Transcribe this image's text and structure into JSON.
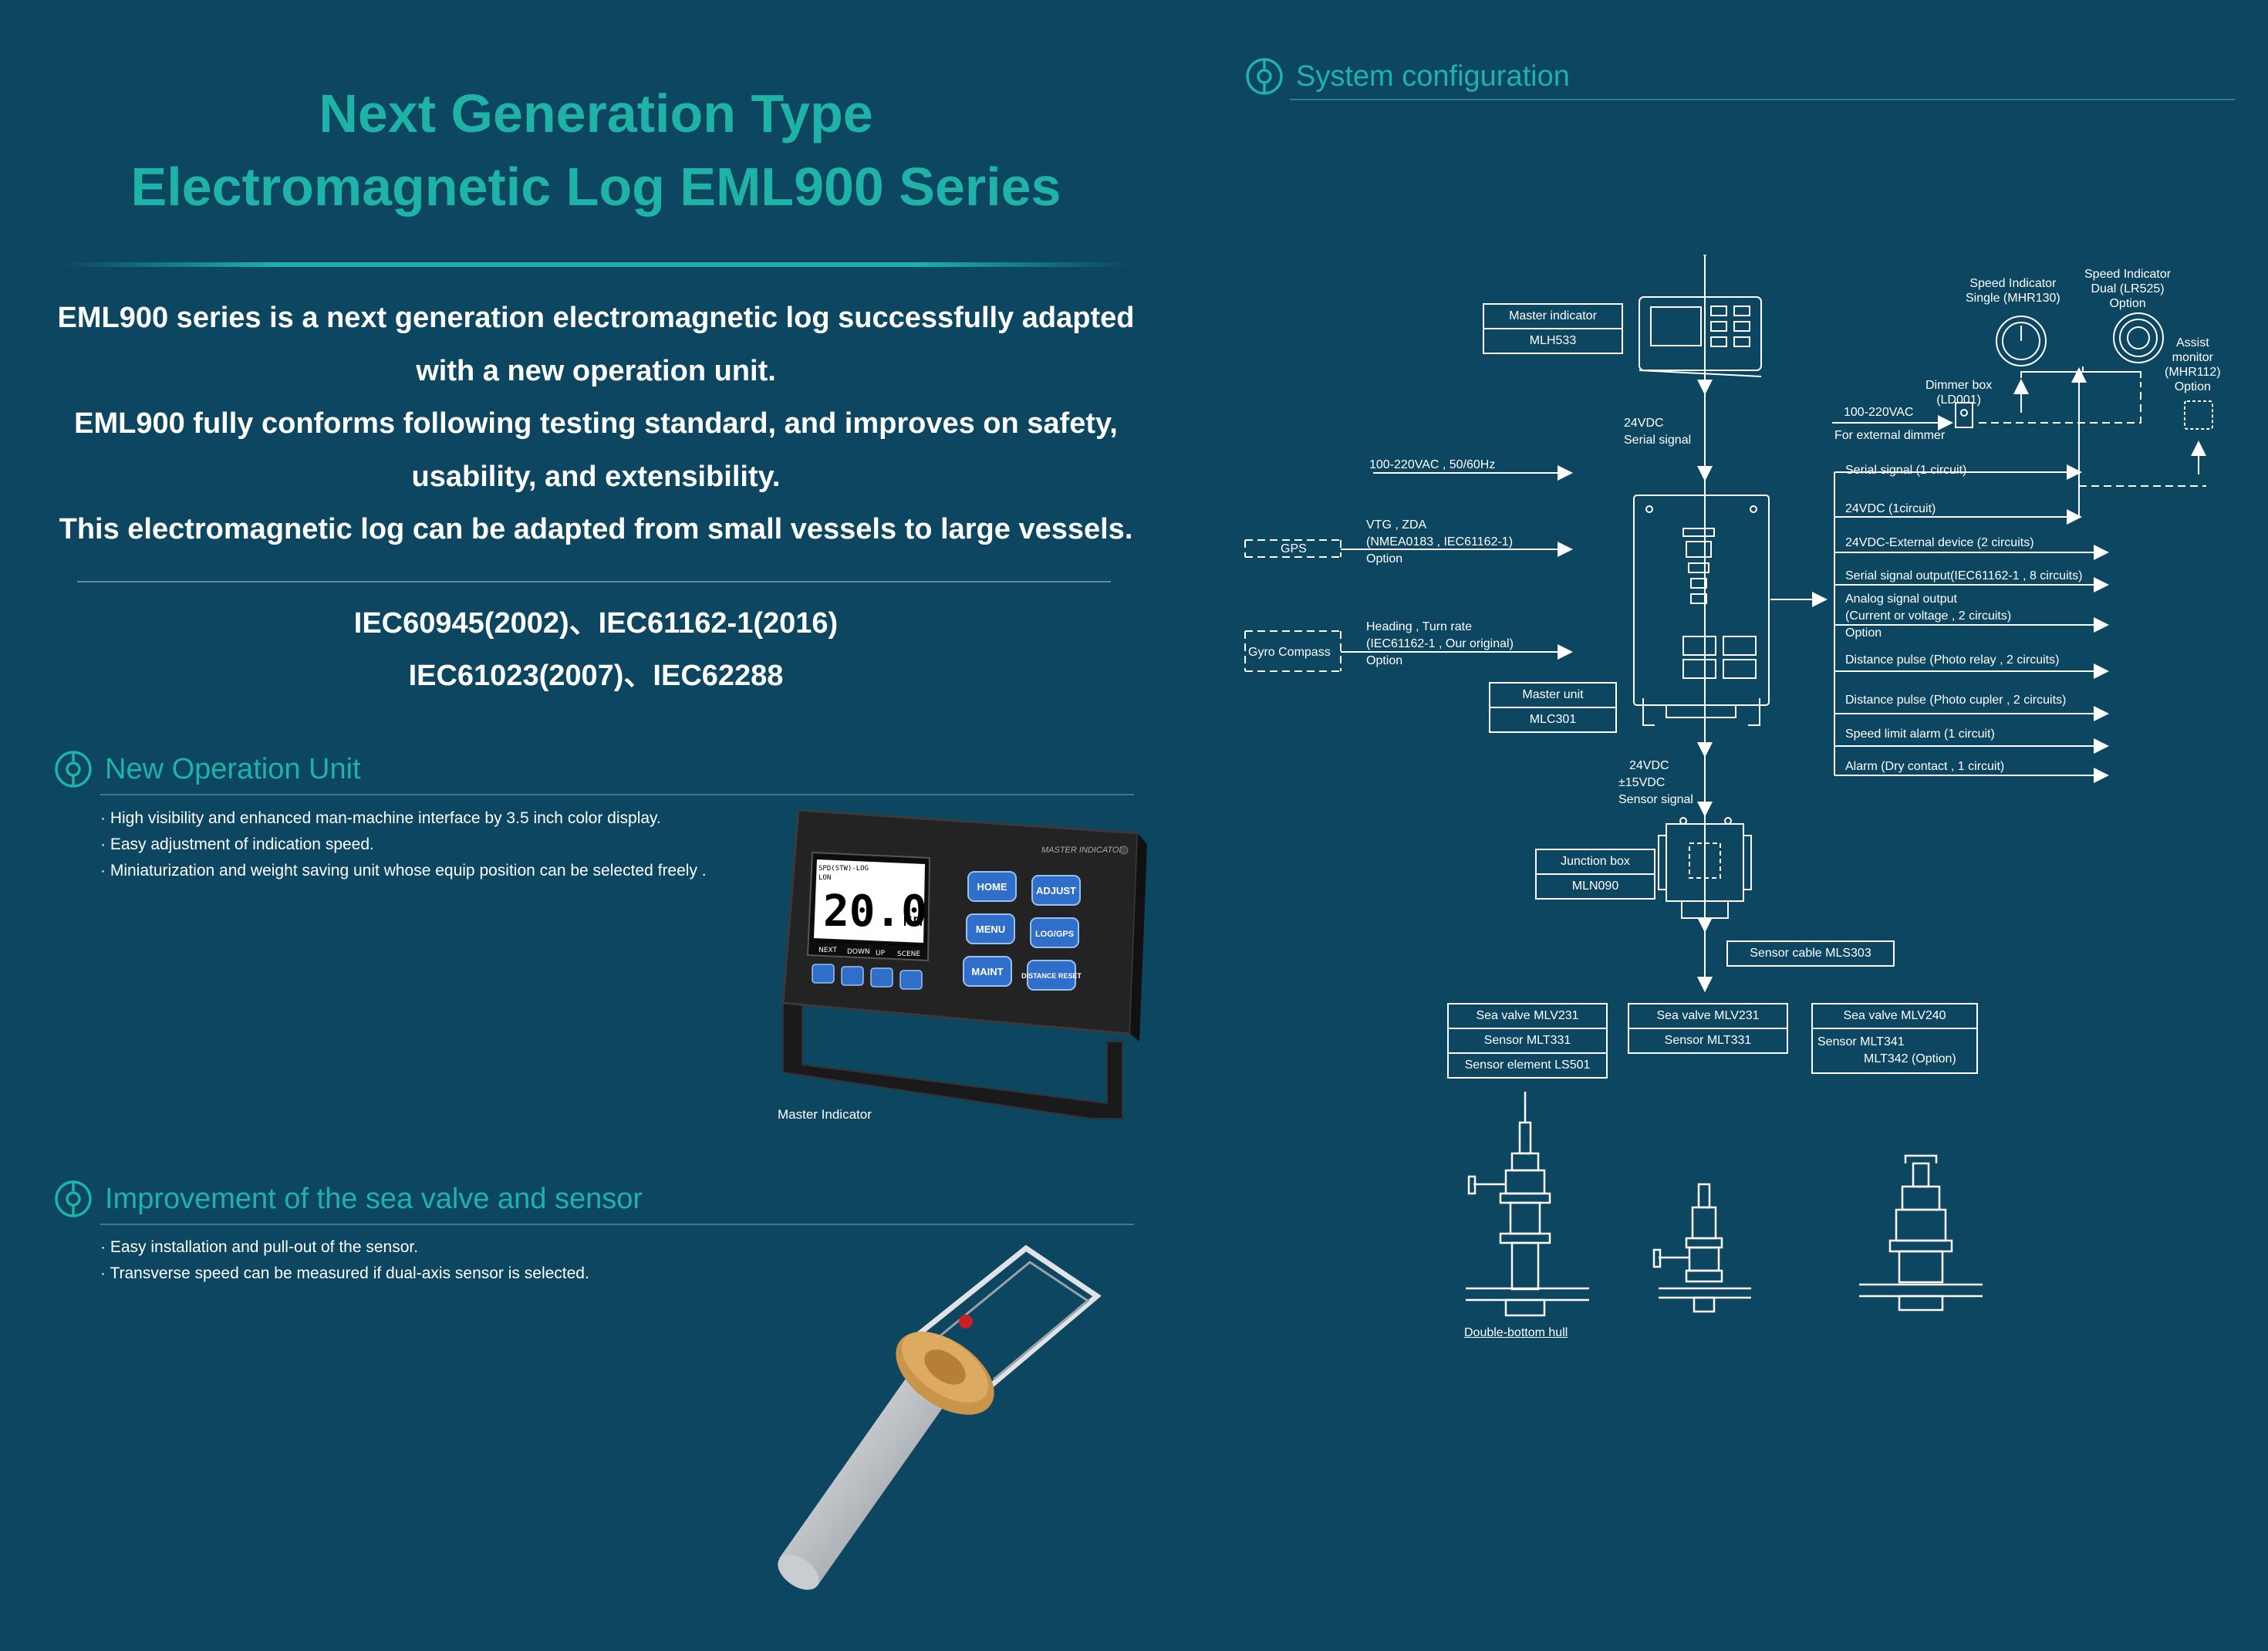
{
  "heading": {
    "line1": "Next Generation Type",
    "line2": "Electromagnetic Log EML900 Series"
  },
  "intro": {
    "line1": "EML900 series is a next generation electromagnetic log successfully adapted",
    "line2": "with a new operation unit.",
    "line3": "EML900 fully conforms following testing standard, and improves on safety,",
    "line4": "usability, and extensibility.",
    "line5": "This electromagnetic log can be adapted from small vessels to large vessels."
  },
  "standards": {
    "line1": "IEC60945(2002)、IEC61162-1(2016)",
    "line2": "IEC61023(2007)、IEC62288"
  },
  "section_operation": {
    "title": "New Operation Unit",
    "bullets": [
      "· High visibility and enhanced man-machine interface by 3.5 inch color display.",
      "· Easy adjustment of indication speed.",
      "· Miniaturization and weight saving unit whose equip position can be selected freely ."
    ],
    "caption": "Master Indicator",
    "device": {
      "brand": "MASTER INDICATOR",
      "screen_mode": "SPD(STW)-LOG",
      "screen_sub": "LON",
      "speed_value": "20.0",
      "speed_unit": "kn",
      "soft_keys": [
        "NEXT",
        "DOWN",
        "UP",
        "SCENE"
      ],
      "buttons": {
        "home": "HOME",
        "adjust": "ADJUST",
        "menu": "MENU",
        "loggps": "LOG/GPS",
        "maint": "MAINT",
        "distance_reset": "DISTANCE RESET"
      }
    }
  },
  "section_valve": {
    "title": "Improvement of the sea valve and sensor",
    "bullets": [
      "· Easy installation and pull-out of the sensor.",
      "· Transverse speed can be measured if dual-axis sensor is selected."
    ]
  },
  "system": {
    "title": "System configuration",
    "master_indicator": {
      "name": "Master indicator",
      "model": "MLH533"
    },
    "master_unit": {
      "name": "Master unit",
      "model": "MLC301"
    },
    "junction_box": {
      "name": "Junction box",
      "model": "MLN090"
    },
    "sensor_cable": "Sensor cable  MLS303",
    "speed_single": {
      "line1": "Speed Indicator",
      "line2": "Single (MHR130)"
    },
    "speed_dual": {
      "line1": "Speed Indicator",
      "line2": "Dual (LR525)",
      "line3": "Option"
    },
    "assist": {
      "line1": "Assist",
      "line2": "monitor",
      "line3": "(MHR112)",
      "line4": "Option"
    },
    "dimmer": {
      "line1": "Dimmer box",
      "line2": "(LD001)"
    },
    "ac_ext": {
      "line1": "100-220VAC",
      "line2": "For external dimmer"
    },
    "link_top": {
      "line1": "24VDC",
      "line2": "Serial signal"
    },
    "link_bottom": {
      "line1": "24VDC",
      "line2": "±15VDC",
      "line3": "Sensor signal"
    },
    "power_in": "100-220VAC , 50/60Hz",
    "gps": {
      "label": "GPS",
      "line1": "VTG , ZDA",
      "line2": "(NMEA0183 , IEC61162-1)",
      "line3": "Option"
    },
    "gyro": {
      "label": "Gyro Compass",
      "line1": "Heading , Turn rate",
      "line2": "(IEC61162-1 , Our original)",
      "line3": "Option"
    },
    "outputs": {
      "o1": "Serial signal (1 circuit)",
      "o2": "24VDC (1circuit)",
      "o3": "24VDC-External device (2 circuits)",
      "o4": "Serial signal output(IEC61162-1 , 8 circuits)",
      "o5a": "Analog signal output",
      "o5b": "(Current or voltage , 2 circuits)",
      "o5c": "Option",
      "o6": "Distance pulse (Photo relay , 2 circuits)",
      "o7": "Distance pulse (Photo cupler , 2 circuits)",
      "o8": "Speed limit alarm (1 circuit)",
      "o9": "Alarm (Dry contact , 1 circuit)"
    },
    "valve1": {
      "r1": "Sea valve MLV231",
      "r2": "Sensor MLT331",
      "r3": "Sensor element LS501"
    },
    "valve2": {
      "r1": "Sea valve MLV231",
      "r2": "Sensor MLT331"
    },
    "valve3": {
      "r1": "Sea valve MLV240",
      "r2": "Sensor MLT341",
      "r3": "MLT342 (Option)"
    },
    "hull_caption": "Double-bottom hull"
  }
}
